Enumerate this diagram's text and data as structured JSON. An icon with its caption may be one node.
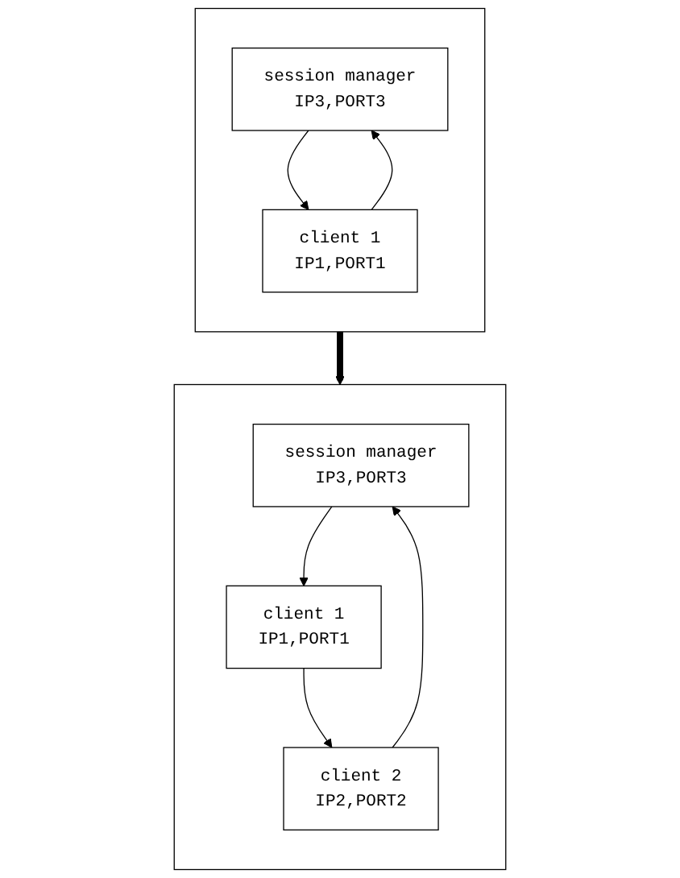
{
  "diagram": {
    "nodes": [
      {
        "text": [],
        "shape": "box"
      },
      {
        "text": [
          "session manager",
          "IP3,PORT3"
        ],
        "in": 0
      },
      {
        "text": [
          "client 1",
          "IP1,PORT1"
        ],
        "in": 0
      },
      {
        "text": [],
        "shape": "box"
      },
      {
        "text": [
          "session manager",
          "IP3,PORT3"
        ],
        "in": 3
      },
      {
        "text": [
          "client 1",
          "IP1,PORT1"
        ],
        "in": 3
      },
      {
        "text": [
          "client 2",
          "IP2,PORT2"
        ],
        "in": 3
      }
    ],
    "edges": [
      {
        "from": 1,
        "to": 2,
        "arrow": "to"
      },
      {
        "from": 2,
        "to": 1,
        "arrow": "to"
      },
      {
        "from": 0,
        "to": 3,
        "arrow": "to",
        "style": "thick"
      },
      {
        "from": 4,
        "to": 5,
        "arrow": "to"
      },
      {
        "from": 5,
        "to": 6,
        "arrow": "to"
      },
      {
        "from": 6,
        "to": 4,
        "arrow": "to"
      }
    ]
  }
}
